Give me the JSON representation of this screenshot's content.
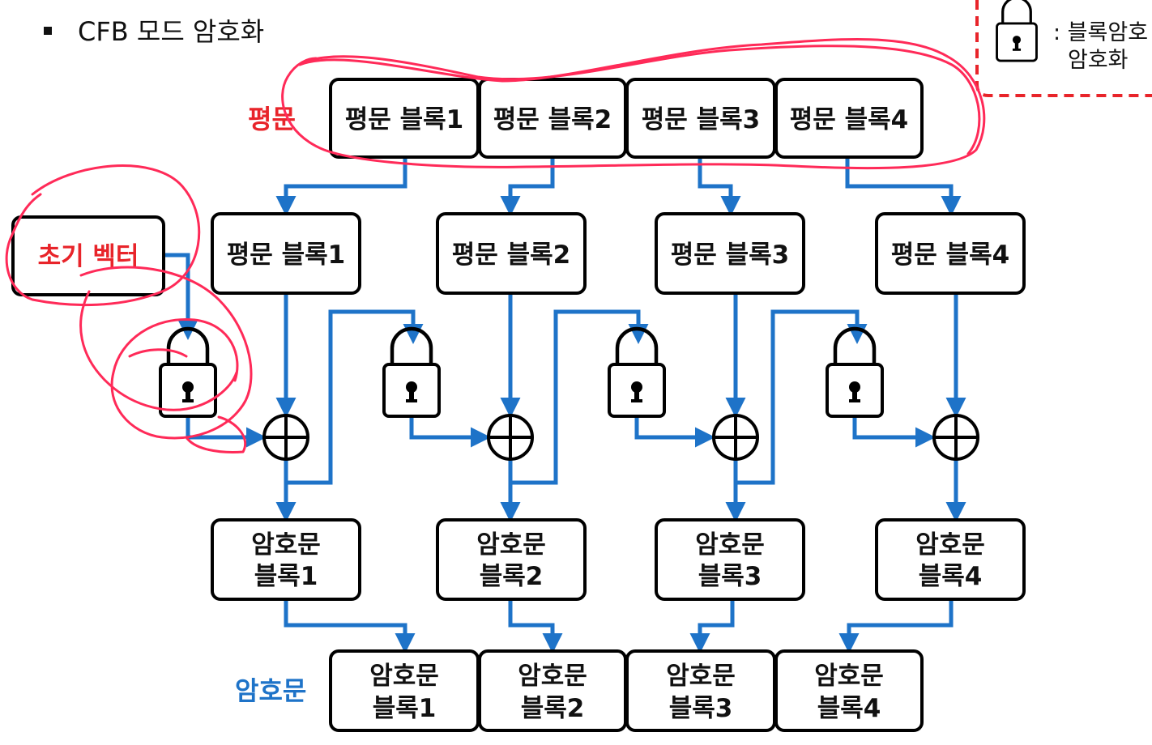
{
  "title": "CFB 모드 암호화",
  "legend": {
    "line1": ": 블록암호",
    "line2": "암호화"
  },
  "row_labels": {
    "plaintext": "평문",
    "ciphertext": "암호문"
  },
  "iv": "초기 벡터",
  "plain_top": [
    "평문 블록1",
    "평문 블록2",
    "평문 블록3",
    "평문 블록4"
  ],
  "plain_mid": [
    "평문 블록1",
    "평문 블록2",
    "평문 블록3",
    "평문 블록4"
  ],
  "cipher_mid": [
    {
      "l1": "암호문",
      "l2": "블록1"
    },
    {
      "l1": "암호문",
      "l2": "블록2"
    },
    {
      "l1": "암호문",
      "l2": "블록3"
    },
    {
      "l1": "암호문",
      "l2": "블록4"
    }
  ],
  "cipher_bottom": [
    {
      "l1": "암호문",
      "l2": "블록1"
    },
    {
      "l1": "암호문",
      "l2": "블록2"
    },
    {
      "l1": "암호문",
      "l2": "블록3"
    },
    {
      "l1": "암호문",
      "l2": "블록4"
    }
  ],
  "colors": {
    "arrow": "#1e73c8",
    "label_red": "#e8242a",
    "label_blue": "#1e73c8",
    "annotation": "#ff2a58",
    "legend_border": "#e8242a"
  },
  "icons": {
    "cipher": "lock-icon",
    "xor": "xor-icon"
  }
}
